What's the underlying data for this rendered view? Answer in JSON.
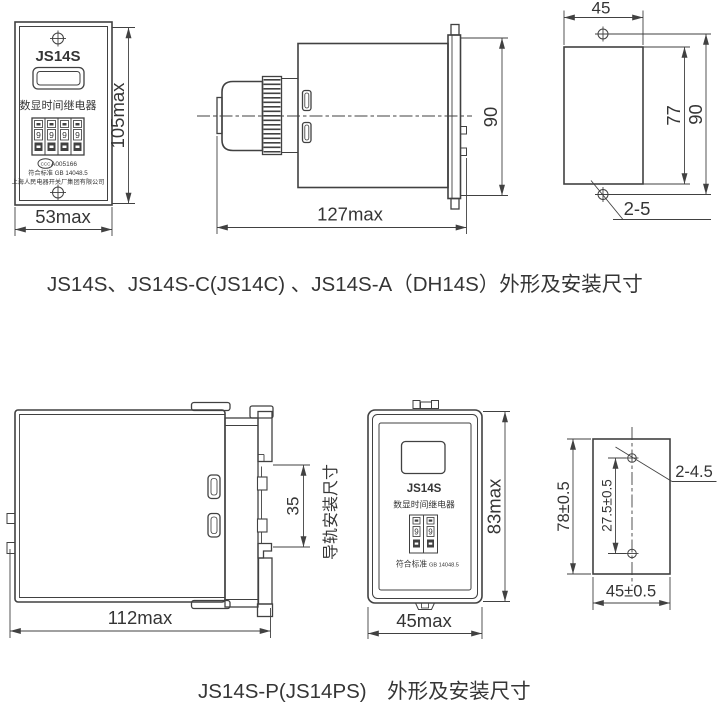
{
  "colors": {
    "line": "#414141",
    "text": "#353535",
    "background": "#ffffff"
  },
  "top_section": {
    "front_view": {
      "model": "JS14S",
      "product_name": "数显时间继电器",
      "cert_mark": "CCC",
      "cert_number": "A005166",
      "standard_line": "符合标准 GB 14048.5",
      "manufacturer": "上海人民电器开关厂集团有限公司",
      "digits": [
        "9",
        "9",
        "9",
        "9"
      ],
      "dim_height": "105max",
      "dim_width": "53max"
    },
    "side_view": {
      "dim_length": "127max",
      "dim_height": "90"
    },
    "mount_view": {
      "dim_width": "45",
      "dim_inner_height": "77",
      "dim_hole_pitch": "90",
      "holes_label": "2-5"
    },
    "caption": "JS14S、JS14S-C(JS14C) 、JS14S-A（DH14S）外形及安装尺寸"
  },
  "bottom_section": {
    "side_view": {
      "dim_length": "112max",
      "dim_rail_width": "35",
      "rail_note": "导轨安装尺寸"
    },
    "front_view": {
      "model": "JS14S",
      "product_name": "数显时间继电器",
      "standard_prefix": "符合标准",
      "standard_code": "GB 14048.5",
      "digits": [
        "9",
        "9"
      ],
      "dim_height": "83max",
      "dim_width": "45max"
    },
    "mount_view": {
      "dim_height": "78±0.5",
      "dim_hole_pitch": "27.5±0.5",
      "dim_width": "45±0.5",
      "holes_label": "2-4.5"
    },
    "caption": "JS14S-P(JS14PS)　外形及安装尺寸"
  }
}
